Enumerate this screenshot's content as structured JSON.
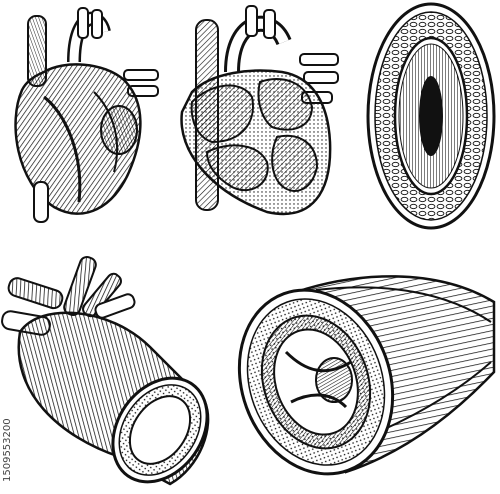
{
  "image": {
    "background": "#ffffff",
    "ink": "#111111",
    "stock_id": "1509553200"
  },
  "illustrations": [
    {
      "subject": "heart-exterior"
    },
    {
      "subject": "heart-cross-section"
    },
    {
      "subject": "blood-vessel-ring"
    },
    {
      "subject": "aorta-arch-section"
    },
    {
      "subject": "artery-muscle-section"
    }
  ]
}
